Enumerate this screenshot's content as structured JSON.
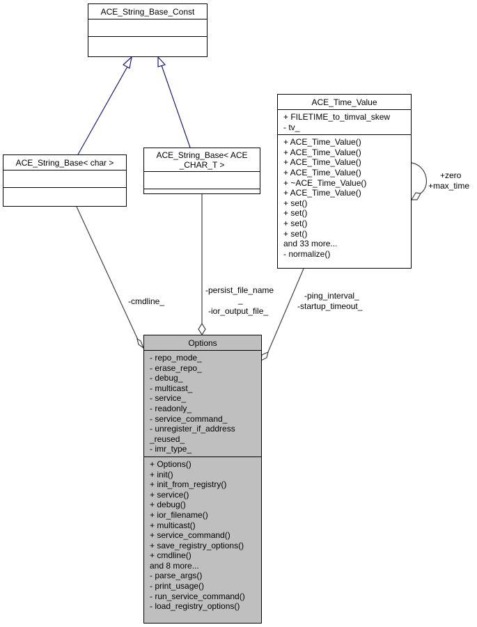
{
  "diagram": {
    "nodes": {
      "string_base_const": {
        "title": "ACE_String_Base_Const",
        "attributes": [],
        "methods": []
      },
      "string_base_char": {
        "title": "ACE_String_Base< char >",
        "attributes": [],
        "methods": []
      },
      "string_base_ace_char": {
        "title_line1": "ACE_String_Base< ACE",
        "title_line2": "_CHAR_T >",
        "attributes": [],
        "methods": []
      },
      "time_value": {
        "title": "ACE_Time_Value",
        "attributes": [
          "+ FILETIME_to_timval_skew",
          "- tv_"
        ],
        "methods": [
          "+ ACE_Time_Value()",
          "+ ACE_Time_Value()",
          "+ ACE_Time_Value()",
          "+ ACE_Time_Value()",
          "+ ~ACE_Time_Value()",
          "+ ACE_Time_Value()",
          "+ set()",
          "+ set()",
          "+ set()",
          "+ set()",
          "and 33 more...",
          "- normalize()"
        ]
      },
      "options": {
        "title": "Options",
        "attributes": [
          "- repo_mode_",
          "- erase_repo_",
          "- debug_",
          "- multicast_",
          "- service_",
          "- readonly_",
          "- service_command_",
          "- unregister_if_address",
          "_reused_",
          "- imr_type_"
        ],
        "methods": [
          "+ Options()",
          "+ init()",
          "+ init_from_registry()",
          "+ service()",
          "+ debug()",
          "+ ior_filename()",
          "+ multicast()",
          "+ service_command()",
          "+ save_registry_options()",
          "+ cmdline()",
          "and 8 more...",
          "- parse_args()",
          "- print_usage()",
          "- run_service_command()",
          "- load_registry_options()"
        ]
      }
    },
    "edge_labels": {
      "cmdline": "-cmdline_",
      "persist_file_name": "-persist_file_name",
      "persist_file_name_cont": "_",
      "ior_output_file": "-ior_output_file_",
      "ping_interval": "-ping_interval_",
      "startup_timeout": "-startup_timeout_",
      "zero": "+zero",
      "max_time": "+max_time"
    },
    "colors": {
      "inheritance_edge": "#191970",
      "composition_edge": "#404040",
      "focus_fill": "#bfbfbf",
      "node_fill": "#ffffff"
    }
  }
}
